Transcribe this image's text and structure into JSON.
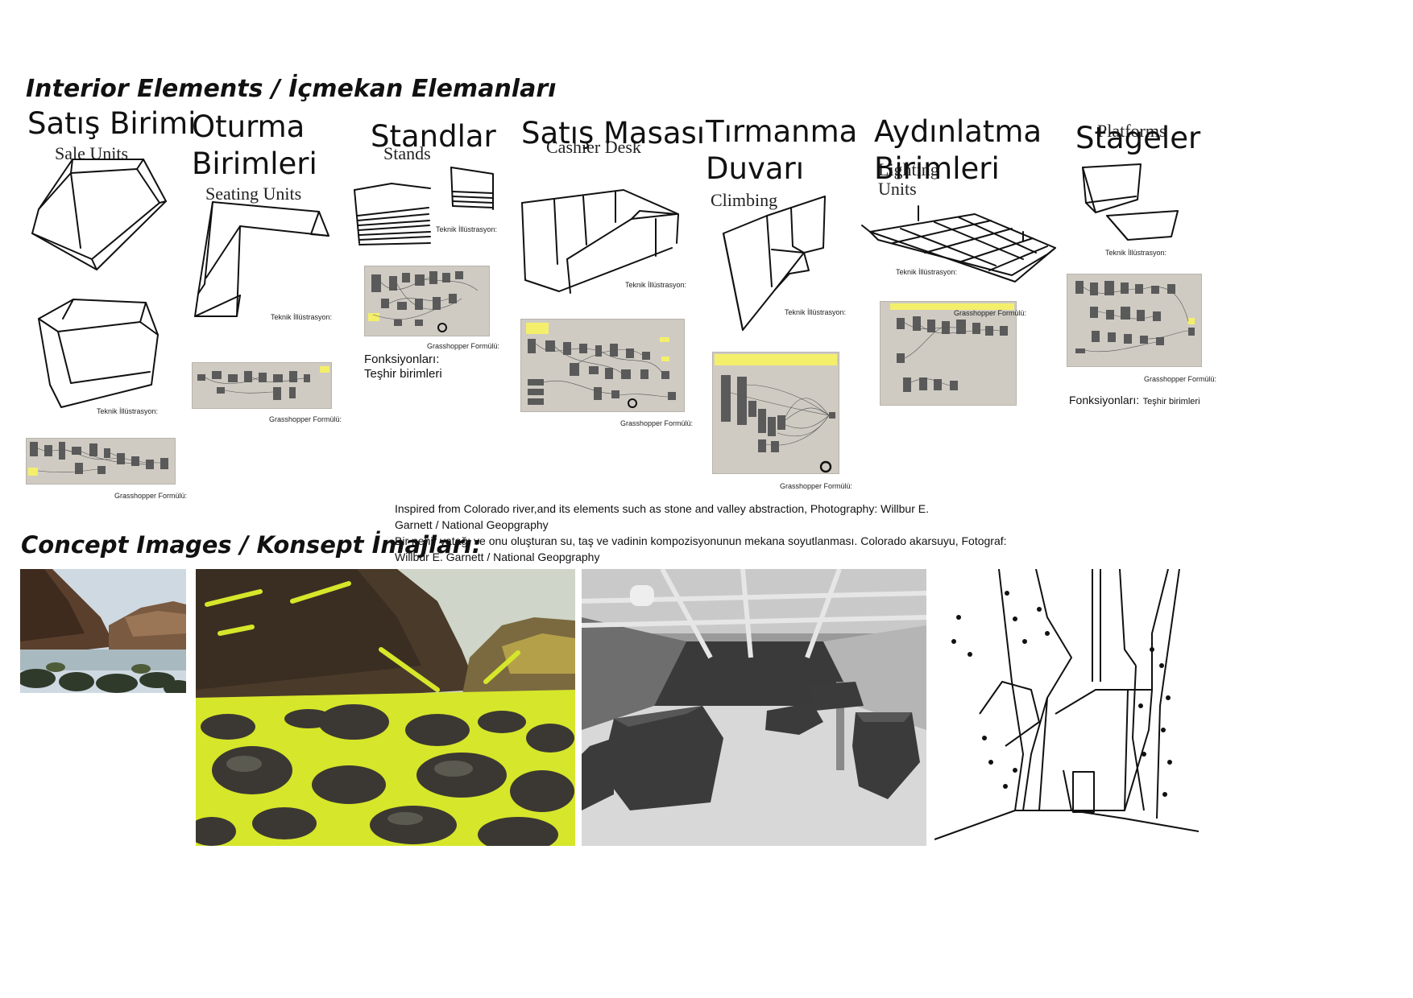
{
  "interior": {
    "title": "Interior Elements / İçmekan Elemanları",
    "categories": [
      {
        "title": "Satış Birimi",
        "subtitle": "Sale Units",
        "tech_label": "Teknik İllüstrasyon:",
        "gh_label": "Grasshopper Formülü:"
      },
      {
        "title_line1": "Oturma",
        "title_line2": "Birimleri",
        "subtitle": "Seating Units",
        "tech_label": "Teknik İllüstrasyon:",
        "gh_label": "Grasshopper Formülü:"
      },
      {
        "title": "Standlar",
        "subtitle": "Stands",
        "tech_label": "Teknik İllüstrasyon:",
        "gh_label": "Grasshopper Formülü:",
        "func_line1": "Fonksiyonları:",
        "func_line2": "Teşhir birimleri"
      },
      {
        "title": "Satış Masası",
        "subtitle": "Cashier Desk",
        "tech_label": "Teknik İllüstrasyon:",
        "gh_label": "Grasshopper Formülü:"
      },
      {
        "title_line1": "Tırmanma",
        "title_line2": "Duvarı",
        "subtitle": "Climbing",
        "tech_label": "Teknik İllüstrasyon:",
        "gh_label": "Grasshopper Formülü:"
      },
      {
        "title_line1": "Aydınlatma",
        "title_line2": "Birimleri",
        "subtitle_line1": "Lighting",
        "subtitle_line2": "Units",
        "tech_label": "Teknik İllüstrasyon:",
        "gh_label": "Grasshopper Formülü:"
      },
      {
        "title": "Stageler",
        "subtitle": "Platforms",
        "tech_label": "Teknik İllüstrasyon:",
        "gh_label": "Grasshopper Formülü:",
        "func_prefix": "Fonksiyonları:",
        "func_value": "Teşhir birimleri"
      }
    ]
  },
  "concept": {
    "title": "Concept Images / Konsept İmajları:",
    "caption_en": "Inspired from Colorado river,and its elements such as stone and valley abstraction, Photography: Willbur E. Garnett / National Geopgraphy",
    "caption_tr": "Bir nehir yatağı ve onu oluşturan su, taş ve vadinin kompozisyonunun mekana soyutlanması. Colorado akarsuyu, Fotograf: Willbur E. Garnett / National Geopgraphy"
  },
  "colors": {
    "gh_canvas": "#cfcbc3",
    "gh_node": "#5a5a5a",
    "gh_highlight": "#f4ef6a",
    "river_yellow": "#d6e62a",
    "rock": "#3b3833",
    "render_gray": "#8a8a8a"
  }
}
